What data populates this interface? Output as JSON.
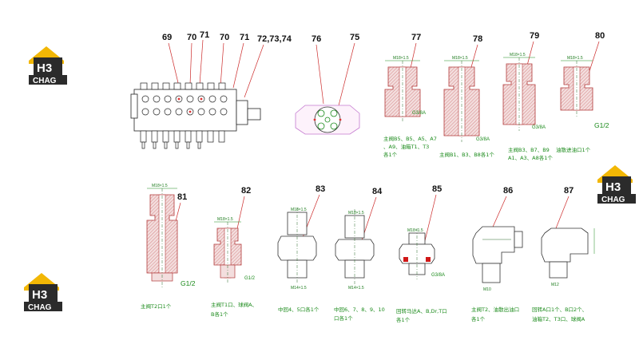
{
  "logos": [
    {
      "top": "H3",
      "bottom": "CHAG"
    },
    {
      "top": "H3",
      "bottom": "CHAG"
    },
    {
      "top": "H3",
      "bottom": "CHAG"
    }
  ],
  "colors": {
    "accent": "#f2b705",
    "dark": "#2b2b2b",
    "leader": "#cc2b2b",
    "label": "#1a8a1a"
  },
  "part_numbers": {
    "p69": "69",
    "p70a": "70",
    "p71a": "71",
    "p70b": "70",
    "p71b": "71",
    "p72": "72,73,74",
    "p76": "76",
    "p75": "75",
    "p77": "77",
    "p78": "78",
    "p79": "79",
    "p80": "80",
    "p81": "81",
    "p82": "82",
    "p83": "83",
    "p84": "84",
    "p85": "85",
    "p86": "86",
    "p87": "87"
  },
  "dims": {
    "m18": "M18×1.5",
    "m14": "M14×1.5",
    "g38": "G3/8A",
    "g12": "G1/2",
    "m10": "M10",
    "m12": "M12"
  },
  "notes": {
    "n77a": "主阀B5、B5、A5、A7",
    "n77b": "、A9、油箱T1、T3",
    "n77c": "各1个",
    "n78": "主阀B1、B3、B8各1个",
    "n79a": "主阀B3、B7、B9",
    "n79b": "A1、A3、A8各1个",
    "n80": "油散进油口1个",
    "n81": "主阀T2口1个",
    "n82a": "主阀T1口、球阀A、",
    "n82b": "B各1个",
    "n83": "中回4、5口各1个",
    "n84a": "中回6、7、8、9、10",
    "n84b": "口各1个",
    "n85a": "回转马达A、B,Dr,T口",
    "n85b": "各1个",
    "n86a": "主阀T2、油散出油口",
    "n86b": "各1个",
    "n87a": "回转A口1个、B口2个、",
    "n87b": "油箱T2、T3口、球阀A"
  }
}
